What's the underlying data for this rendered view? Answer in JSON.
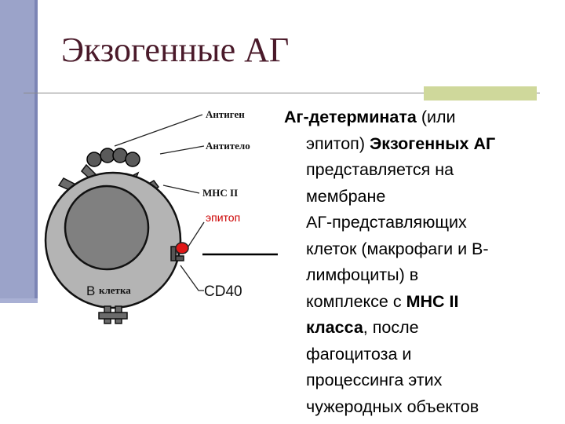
{
  "slide": {
    "title": "Экзогенные АГ"
  },
  "diagram": {
    "labels": {
      "antigen": "Антиген",
      "antibody": "Антитело",
      "mhc": "MHC II",
      "epitope": "эпитоп",
      "cell_b": "B",
      "cell_word": "клетка",
      "cd40": "CD40"
    },
    "colors": {
      "cell_outer": "#b4b4b4",
      "cell_nucleus": "#808080",
      "epitope": "#e01818",
      "epitope_label": "#cc0000"
    }
  },
  "text": {
    "l1_bold": "Аг-детермината",
    "l1_rest": " (или",
    "l2_pre": "эпитоп) ",
    "l2_bold": "Экзогенных АГ",
    "l3": "представляется на",
    "l4": "мембране",
    "l5": "АГ-представляющих",
    "l6": "клеток (макрофаги и В-",
    "l7": "лимфоциты) в",
    "l8_pre": "комплексе с ",
    "l8_bold": "МНС II",
    "l9_bold": "класса",
    "l9_rest": ", после",
    "l10": "фагоцитоза и",
    "l11": "процессинга этих",
    "l12": "чужеродных объектов"
  }
}
